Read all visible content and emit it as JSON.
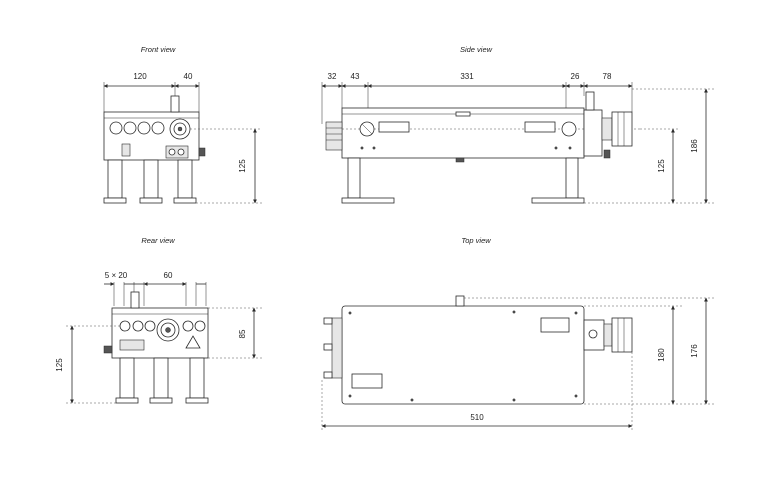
{
  "views": {
    "front": {
      "title": "Front view",
      "dims": [
        "120",
        "40",
        "125"
      ]
    },
    "side": {
      "title": "Side view",
      "dims": [
        "32",
        "43",
        "331",
        "26",
        "78",
        "125",
        "186"
      ]
    },
    "rear": {
      "title": "Rear view",
      "dims": [
        "5 × 20",
        "60",
        "125",
        "85"
      ]
    },
    "top": {
      "title": "Top view",
      "dims": [
        "180",
        "176",
        "510"
      ]
    }
  },
  "colors": {
    "line": "#2a2a2a",
    "fill": "#ffffff",
    "shade": "#e6e6e6"
  }
}
